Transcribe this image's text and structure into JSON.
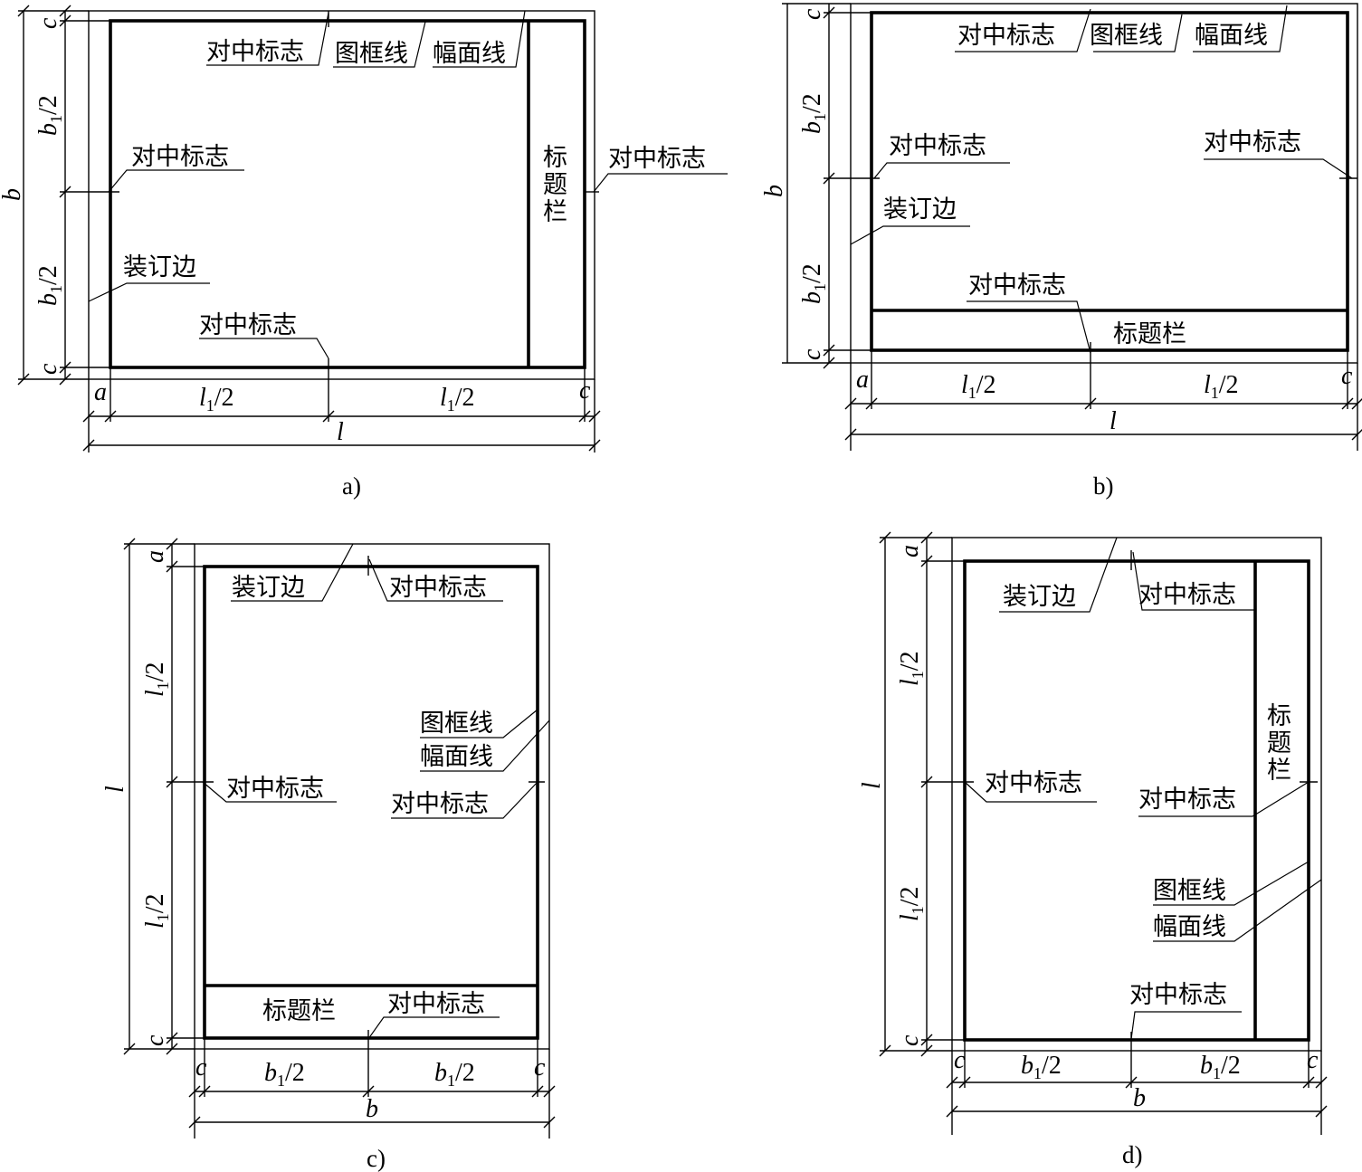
{
  "labels": {
    "centering_mark": "对中标志",
    "frame_line": "图框线",
    "sheet_line": "幅面线",
    "binding_edge": "装订边",
    "title_block": "标题栏"
  },
  "dims": {
    "a": "a",
    "b": "b",
    "c": "c",
    "l": "l",
    "half_denominator": "/2",
    "sub_one": "1"
  },
  "captions": {
    "a": "a)",
    "b": "b)",
    "c": "c)",
    "d": "d)"
  },
  "colors": {
    "ink": "#000000",
    "paper": "#ffffff"
  }
}
